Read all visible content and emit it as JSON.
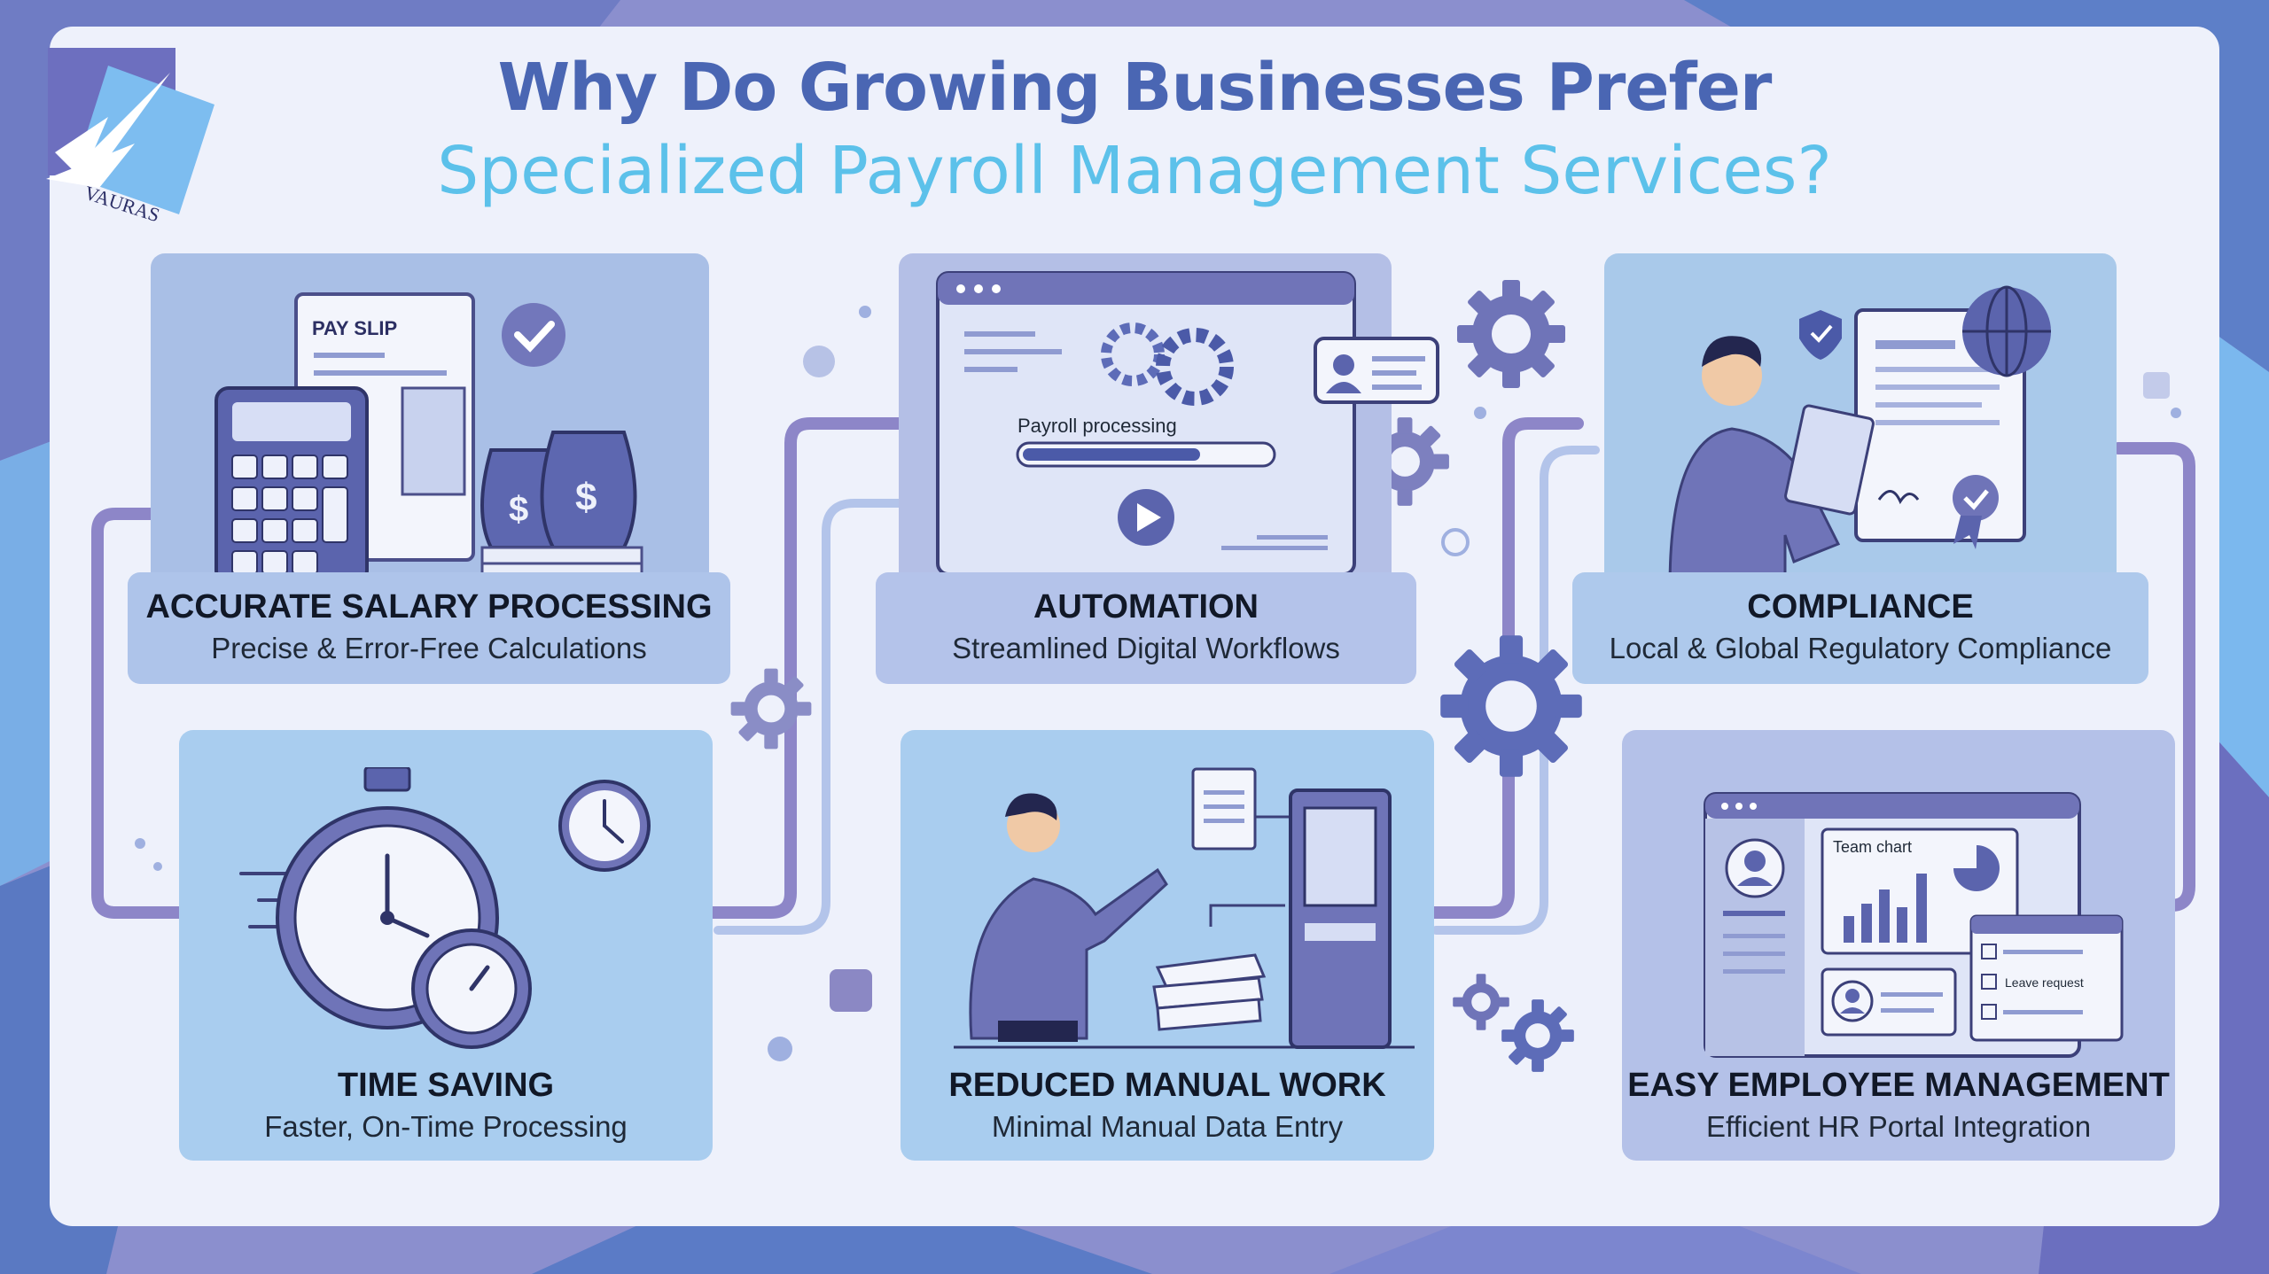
{
  "title": {
    "line1": "Why Do Growing Businesses Prefer",
    "line2": "Specialized Payroll Management Services?"
  },
  "logo": {
    "text": "VAURAS"
  },
  "colors": {
    "title_primary": "#4a66b3",
    "title_secondary": "#5cc1ea",
    "background_panel": "#eef1fb",
    "card_blue": "#a9c9ea",
    "card_lavender": "#b4bfe6",
    "accent_purple": "#7a72b8",
    "connector": "#8d86c8"
  },
  "cards": [
    {
      "heading": "ACCURATE SALARY PROCESSING",
      "subtitle": "Precise & Error-Free Calculations",
      "icon": "calculator-payslip-money-icon",
      "illustration_text": "PAY SLIP"
    },
    {
      "heading": "AUTOMATION",
      "subtitle": "Streamlined Digital Workflows",
      "icon": "browser-gears-icon",
      "illustration_text": "Payroll processing",
      "progress": 0.72
    },
    {
      "heading": "COMPLIANCE",
      "subtitle": "Local & Global Regulatory Compliance",
      "icon": "person-document-globe-icon"
    },
    {
      "heading": "TIME SAVING",
      "subtitle": "Faster, On-Time Processing",
      "icon": "stopwatch-clock-icon"
    },
    {
      "heading": "REDUCED MANUAL WORK",
      "subtitle": "Minimal Manual Data Entry",
      "icon": "person-kiosk-documents-icon"
    },
    {
      "heading": "EASY EMPLOYEE MANAGEMENT",
      "subtitle": "Efficient HR Portal Integration",
      "icon": "hr-dashboard-icon",
      "illustration_text_1": "Team chart",
      "illustration_text_2": "Leave request"
    }
  ]
}
